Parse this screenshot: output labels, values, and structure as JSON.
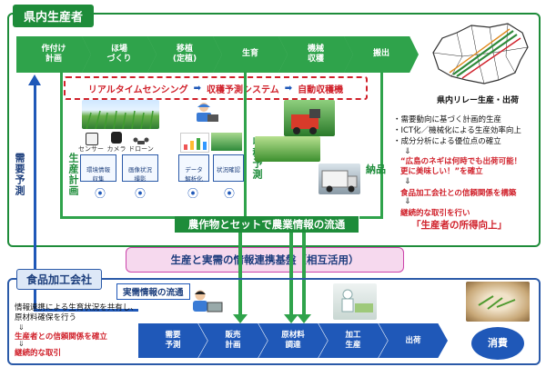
{
  "producer": {
    "title": "県内生産者",
    "steps": [
      "作付け\n計画",
      "ほ場\nづくり",
      "移植\n(定植)",
      "生育",
      "機械\n収穫",
      "搬出"
    ]
  },
  "sensing": {
    "realtime": "リアルタイムセンシング",
    "forecast": "収穫予測システム",
    "harvester": "自動収穫機",
    "arrow": "➡"
  },
  "devices": [
    {
      "label": "センサー"
    },
    {
      "label": "カメラ"
    },
    {
      "label": "ドローン"
    }
  ],
  "cards": [
    "環境情報\n収集",
    "画像状況\n撮影",
    "データ\n解析化",
    "状況確認"
  ],
  "labels": {
    "production_plan": "生産計画",
    "harvest_forecast": "収穫予測",
    "delivery": "納品",
    "demand_forecast": "需要予測"
  },
  "map_caption": "県内リレー生産・出荷",
  "bullets": [
    "・需要動向に基づく計画的生産",
    "・ICT化／機械化による生産効率向上",
    "・成分分析による優位点の確立"
  ],
  "highlight": {
    "quote": "“広島のネギは何時でも出荷可能！\n更に美味しい！”を確立",
    "trust": "食品加工会社との信頼関係を構築",
    "arrow": "⇓",
    "continuous": "継続的な取引を行い",
    "income": "「生産者の所得向上」"
  },
  "flow_banner": "農作物とセットで農業情報の流通",
  "platform": "生産と実需の情報連携基盤（相互活用）",
  "company": {
    "title": "食品加工会社",
    "flow_label": "実需情報の流通",
    "text1": "情報連携による生育状況を共有し、\n原材料確保を行う",
    "arrow": "⇓",
    "text2": "生産者との信頼関係を確立",
    "text3": "継続的な取引",
    "steps": [
      "需要\n予測",
      "販売\n計画",
      "原材料\n調達",
      "加工\n生産",
      "出荷"
    ],
    "consume": "消費"
  },
  "colors": {
    "green": "#1e8c3a",
    "blue": "#1f58b8",
    "red": "#d0202a",
    "pink": "#f6d9ee"
  }
}
